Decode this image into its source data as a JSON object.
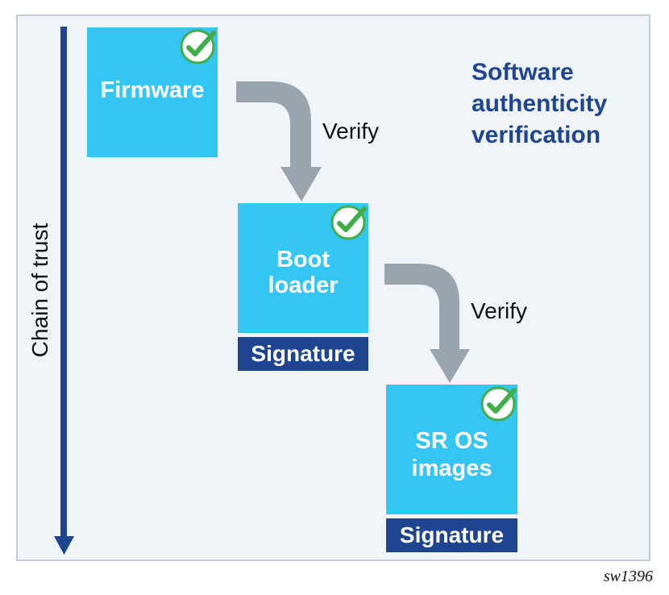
{
  "title": "Software authenticity verification",
  "title_lines": [
    "Software",
    "authenticity",
    "verification"
  ],
  "chain_label": "Chain of trust",
  "stages": [
    {
      "lines": [
        "Firmware"
      ],
      "verified": true,
      "signature": null
    },
    {
      "lines": [
        "Boot",
        "loader"
      ],
      "verified": true,
      "signature": "Signature"
    },
    {
      "lines": [
        "SR OS",
        "images"
      ],
      "verified": true,
      "signature": "Signature"
    }
  ],
  "arrows": [
    {
      "label": "Verify"
    },
    {
      "label": "Verify"
    }
  ],
  "figure_id": "sw1396",
  "colors": {
    "box": "#33c6f2",
    "signature": "#1f4591",
    "title": "#1f4591",
    "arrow": "#9aa4af",
    "check": "#3fae49",
    "background": "#eff4f9"
  }
}
